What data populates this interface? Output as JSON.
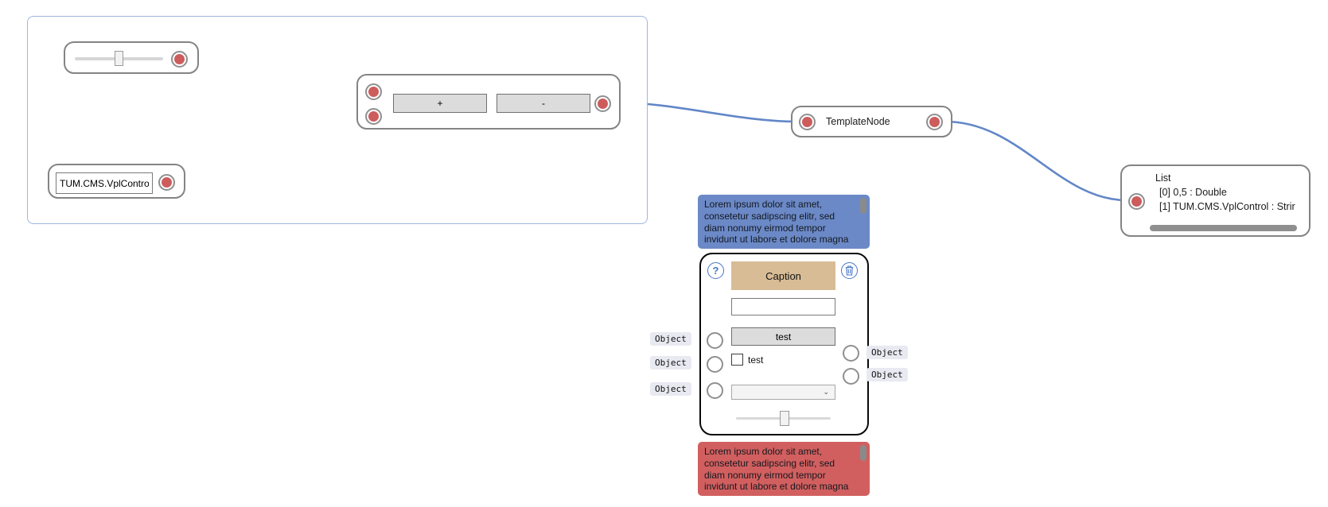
{
  "colors": {
    "wire": "#6287c8",
    "port-red": "#cd5c5c",
    "caption-tan": "#d8bc96",
    "tooltip-blue": "#6b89c7",
    "tooltip-red": "#d25f5f",
    "group-border": "#9fb6dd",
    "icon-blue": "#4876c6"
  },
  "sliders": {
    "group_slider_pct": 45,
    "node_slider_pct": 46
  },
  "nodes": {
    "math": {
      "plus_label": "+",
      "minus_label": "-"
    },
    "text_input": {
      "value": "TUM.CMS.VplControl"
    },
    "template": {
      "label": "TemplateNode"
    },
    "list": {
      "title": "List",
      "items": [
        "[0] 0,5 : Double",
        "[1] TUM.CMS.VplControl : Strir"
      ]
    },
    "custom": {
      "caption": "Caption",
      "help_glyph": "?",
      "input_value": "",
      "button_label": "test",
      "checkbox_label": "test",
      "dropdown_value": "",
      "left_port_labels": [
        "Object",
        "Object",
        "Object"
      ],
      "right_port_labels": [
        "Object",
        "Object"
      ]
    }
  },
  "tooltips": {
    "top": {
      "lines": [
        "Lorem ipsum dolor sit amet,",
        "consetetur sadipscing elitr, sed",
        "diam nonumy eirmod tempor",
        "invidunt ut labore et dolore magna"
      ]
    },
    "bottom": {
      "lines": [
        "Lorem ipsum dolor sit amet,",
        "consetetur sadipscing elitr, sed",
        "diam nonumy eirmod tempor",
        "invidunt ut labore et dolore magna"
      ]
    }
  }
}
